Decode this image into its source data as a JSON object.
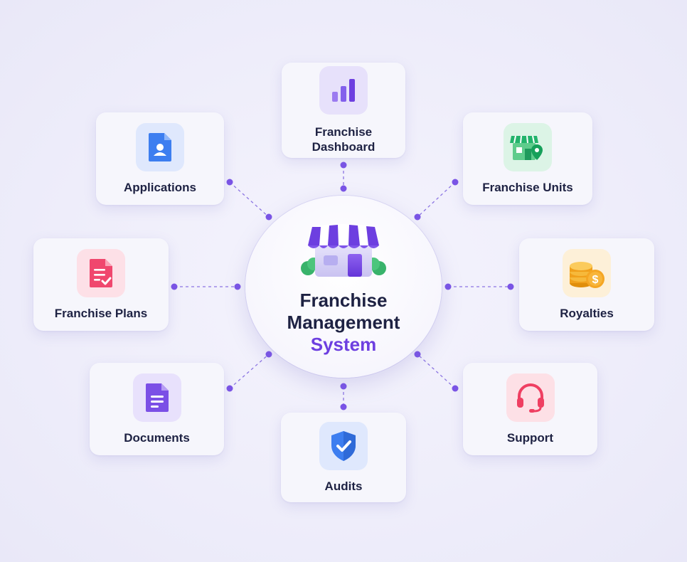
{
  "hub": {
    "line1": "Franchise",
    "line2": "Management",
    "line3": "System",
    "icon": "storefront-icon",
    "accent_color": "#6d3fe0"
  },
  "modules": [
    {
      "key": "dashboard",
      "label": "Franchise\nDashboard",
      "icon": "bar-chart-icon",
      "color": "#7b4fe6"
    },
    {
      "key": "applications",
      "label": "Applications",
      "icon": "user-document-icon",
      "color": "#3d7ef0"
    },
    {
      "key": "units",
      "label": "Franchise Units",
      "icon": "store-location-icon",
      "color": "#22b36b"
    },
    {
      "key": "plans",
      "label": "Franchise Plans",
      "icon": "checklist-document-icon",
      "color": "#f0476e"
    },
    {
      "key": "royalties",
      "label": "Royalties",
      "icon": "coins-dollar-icon",
      "color": "#f5a623"
    },
    {
      "key": "documents",
      "label": "Documents",
      "icon": "document-icon",
      "color": "#7b4fe6"
    },
    {
      "key": "audits",
      "label": "Audits",
      "icon": "shield-check-icon",
      "color": "#3d7ef0"
    },
    {
      "key": "support",
      "label": "Support",
      "icon": "headset-icon",
      "color": "#ef3f62"
    }
  ],
  "connector_color": "#7a5ae0"
}
